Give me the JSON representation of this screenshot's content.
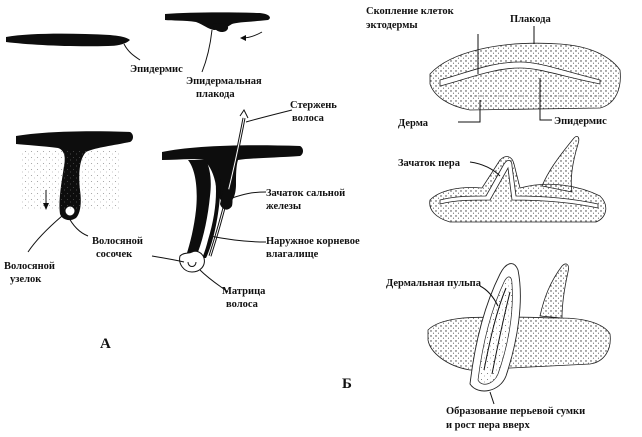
{
  "panels": {
    "a": {
      "letter": "А",
      "labels": {
        "epidermis": "Эпидермис",
        "placode_1": "Эпидермальная",
        "placode_2": "плакода",
        "shaft_1": "Стержень",
        "shaft_2": "волоса",
        "gland_1": "Зачаток сальной",
        "gland_2": "железы",
        "sheath_1": "Наружное корневое",
        "sheath_2": "влагалище",
        "papilla_1": "Волосяной",
        "papilla_2": "сосочек",
        "node_1": "Волосяной",
        "node_2": "узелок",
        "matrix_1": "Матрица",
        "matrix_2": "волоса"
      }
    },
    "b": {
      "letter": "Б",
      "labels": {
        "cluster_1": "Скопление клеток",
        "cluster_2": "эктодермы",
        "placode": "Плакода",
        "dermis": "Дерма",
        "epidermis": "Эпидермис",
        "feather_bud": "Зачаток пера",
        "pulp": "Дермальная пульпа",
        "follicle_1": "Образование перьевой сумки",
        "follicle_2": "и рост пера вверх"
      }
    }
  }
}
